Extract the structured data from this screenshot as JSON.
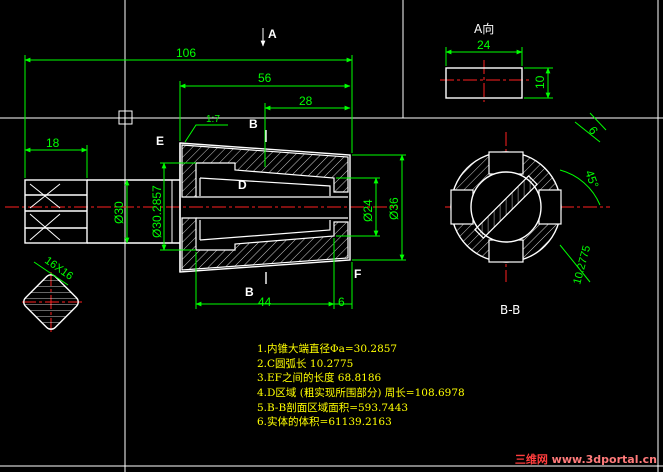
{
  "dims": {
    "d106": "106",
    "d56": "56",
    "d28": "28",
    "d18": "18",
    "d1_7": "1:7",
    "d30": "Ø30",
    "d30_2857": "Ø30.2857",
    "d24": "Ø24",
    "d36": "Ø36",
    "d44": "44",
    "d6": "6",
    "d16x16": "16X16",
    "a_w24": "24",
    "a_h10": "10",
    "bb_6": "6",
    "bb_45": "45°",
    "bb_r": "10.2775"
  },
  "labels": {
    "view_a": "A",
    "a_view_title": "A向",
    "E": "E",
    "F": "F",
    "B_top": "B",
    "B_bottom": "B",
    "D": "D",
    "section_bb": "B-B"
  },
  "notes": [
    "1.内锥大端直径Φa=30.2857",
    "2.C圆弧长 10.2775",
    "3.EF之间的长度 68.8186",
    "4.D区域 (粗实现所围部分) 周长=108.6978",
    "5.B-B剖面区域面积=593.7443",
    "6.实体的体积=61139.2163"
  ],
  "watermark": {
    "cn": "三维网",
    "url": "www.3dportal.cn"
  },
  "colors": {
    "bg": "#000000",
    "geometry": "#ffffff",
    "dimension": "#00ff00",
    "centerline": "#ff2020",
    "hatch": "#ffffff",
    "notes": "#ffff00",
    "labels": "#ffffff"
  }
}
